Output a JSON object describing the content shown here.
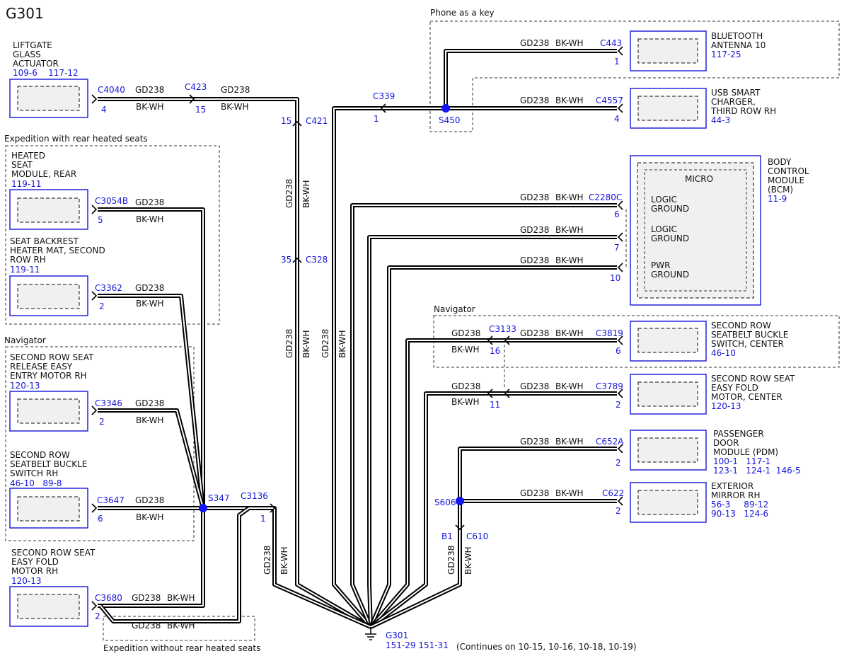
{
  "title": "G301",
  "wire": {
    "color_code": "GD238",
    "color": "BK-WH"
  },
  "groups": {
    "phone_key": "Phone as a key",
    "rear_heated": "Expedition with rear heated seats",
    "navigator_left": "Navigator",
    "navigator_right": "Navigator",
    "without_rear_heated": "Expedition without rear heated seats"
  },
  "components": {
    "liftgate": {
      "lines": [
        "LIFTGATE",
        "GLASS",
        "ACTUATOR"
      ],
      "refs": "109-6    117-12",
      "connector": "C4040",
      "pin": "4"
    },
    "heated_seat": {
      "lines": [
        "HEATED",
        "SEAT",
        "MODULE, REAR"
      ],
      "refs": "119-11",
      "connector": "C3054B",
      "pin": "5"
    },
    "backrest": {
      "lines": [
        "SEAT BACKREST",
        "HEATER MAT, SECOND",
        "ROW RH"
      ],
      "refs": "119-11",
      "connector": "C3362",
      "pin": "2"
    },
    "release": {
      "lines": [
        "SECOND ROW SEAT",
        "RELEASE EASY",
        "ENTRY MOTOR RH"
      ],
      "refs": "120-13",
      "connector": "C3346",
      "pin": "2"
    },
    "buckle_rh": {
      "lines": [
        "SECOND ROW",
        "SEATBELT BUCKLE",
        "SWITCH RH"
      ],
      "refs": "46-10   89-8",
      "connector": "C3647",
      "pin": "6"
    },
    "fold_rh": {
      "lines": [
        "SECOND ROW SEAT",
        "EASY FOLD",
        "MOTOR RH"
      ],
      "refs": "120-13",
      "connector": "C3680",
      "pin": "2"
    },
    "bluetooth": {
      "lines": [
        "BLUETOOTH",
        "ANTENNA 10"
      ],
      "refs": "117-25",
      "connector": "C443",
      "pin": "1"
    },
    "usb": {
      "lines": [
        "USB SMART",
        "CHARGER,",
        "THIRD ROW RH"
      ],
      "refs": "44-3",
      "connector": "C4557",
      "pin": "4"
    },
    "bcm": {
      "lines": [
        "BODY",
        "CONTROL",
        "MODULE",
        "(BCM)"
      ],
      "refs": "11-9",
      "micro": "MICRO",
      "connector": "C2280C",
      "pins": [
        {
          "pin": "6",
          "label": [
            "LOGIC",
            "GROUND"
          ]
        },
        {
          "pin": "7",
          "label": [
            "LOGIC",
            "GROUND"
          ]
        },
        {
          "pin": "10",
          "label": [
            "PWR",
            "GROUND"
          ]
        }
      ]
    },
    "buckle_center": {
      "lines": [
        "SECOND ROW",
        "SEATBELT BUCKLE",
        "SWITCH, CENTER"
      ],
      "refs": "46-10",
      "connector": "C3819",
      "pin": "6"
    },
    "fold_center": {
      "lines": [
        "SECOND ROW SEAT",
        "EASY FOLD",
        "MOTOR, CENTER"
      ],
      "refs": "120-13",
      "connector": "C3789",
      "pin": "2"
    },
    "pdm": {
      "lines": [
        "PASSENGER",
        "DOOR",
        "MODULE (PDM)"
      ],
      "refs": [
        "100-1   117-1",
        "123-1   124-1  146-5"
      ],
      "connector": "C652A",
      "pin": "2"
    },
    "mirror": {
      "lines": [
        "EXTERIOR",
        "MIRROR RH"
      ],
      "refs": [
        "56-3     89-12",
        "90-13   124-6"
      ],
      "connector": "C622",
      "pin": "2"
    }
  },
  "inline": {
    "c423": {
      "name": "C423",
      "pin": "15"
    },
    "c421": {
      "name": "C421",
      "pin": "15"
    },
    "c328": {
      "name": "C328",
      "pin": "35"
    },
    "c339": {
      "name": "C339",
      "pin": "1"
    },
    "c3136": {
      "name": "C3136",
      "pin": "1"
    },
    "c3133": {
      "name": "C3133",
      "pins": [
        "16",
        "11"
      ]
    },
    "c610": {
      "name": "C610",
      "pin": "B1"
    }
  },
  "splices": {
    "s450": "S450",
    "s347": "S347",
    "s606": "S606"
  },
  "ground": {
    "name": "G301",
    "refs": "151-29   151-31"
  },
  "footer": "(Continues on 10-15, 10-16, 10-18, 10-19)"
}
